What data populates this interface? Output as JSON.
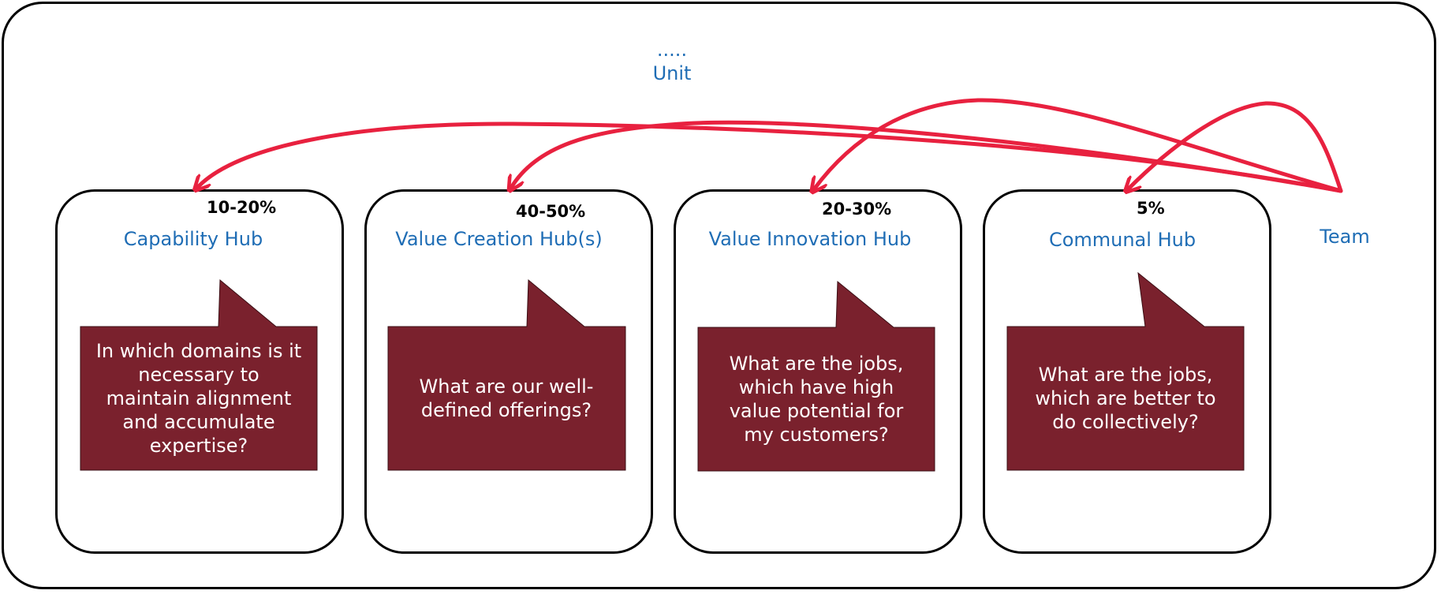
{
  "unit": {
    "dots": ".....",
    "label": "Unit"
  },
  "team": {
    "label": "Team"
  },
  "hubs": [
    {
      "title": "Capability Hub",
      "percentage": "10-20%",
      "question": "In which domains is it necessary to maintain alignment and accumulate expertise?"
    },
    {
      "title": "Value Creation Hub(s)",
      "percentage": "40-50%",
      "question": "What are our well-defined offerings?"
    },
    {
      "title": "Value Innovation Hub",
      "percentage": "20-30%",
      "question": "What are the jobs, which have high value potential for my customers?"
    },
    {
      "title": "Communal Hub",
      "percentage": "5%",
      "question": "What are the jobs, which are better to do collectively?"
    }
  ],
  "colors": {
    "title_blue": "#1f6db5",
    "bubble_fill": "#7a212d",
    "arrow_red": "#e8213f"
  }
}
